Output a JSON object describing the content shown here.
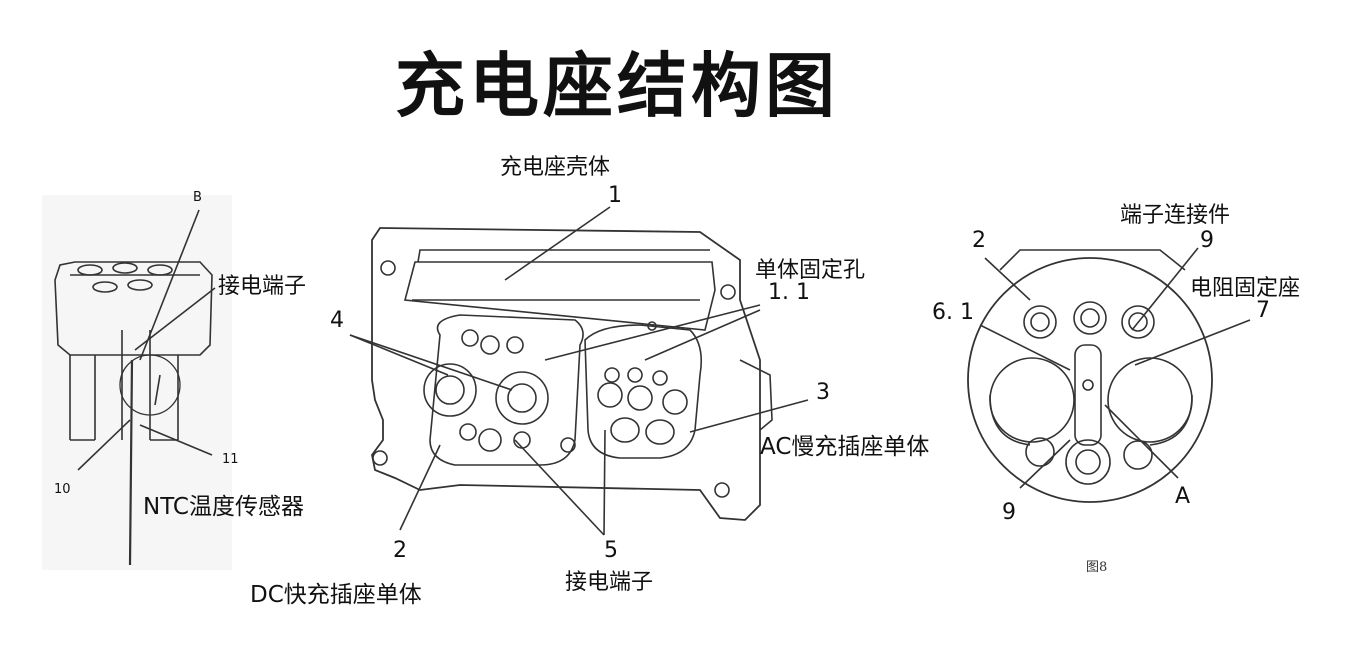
{
  "title": "充电座结构图",
  "labels": {
    "housing": "充电座壳体",
    "terminal_left": "接电端子",
    "unit_hole": "单体固定孔",
    "ac_unit": "AC慢充插座单体",
    "ntc_sensor": "NTC温度传感器",
    "dc_unit": "DC快充插座单体",
    "terminal_bottom": "接电端子",
    "terminal_connector": "端子连接件",
    "resistor_seat": "电阻固定座"
  },
  "numbers": {
    "n1": "1",
    "n1_1": "1. 1",
    "n4": "4",
    "n3": "3",
    "n2_center": "2",
    "n5": "5",
    "nB": "B",
    "n10": "10",
    "n11": "11",
    "n2_right": "2",
    "n9_top": "9",
    "n6_1": "6. 1",
    "n7": "7",
    "nA": "A",
    "n9_bottom": "9"
  },
  "figure_caption": "图8"
}
